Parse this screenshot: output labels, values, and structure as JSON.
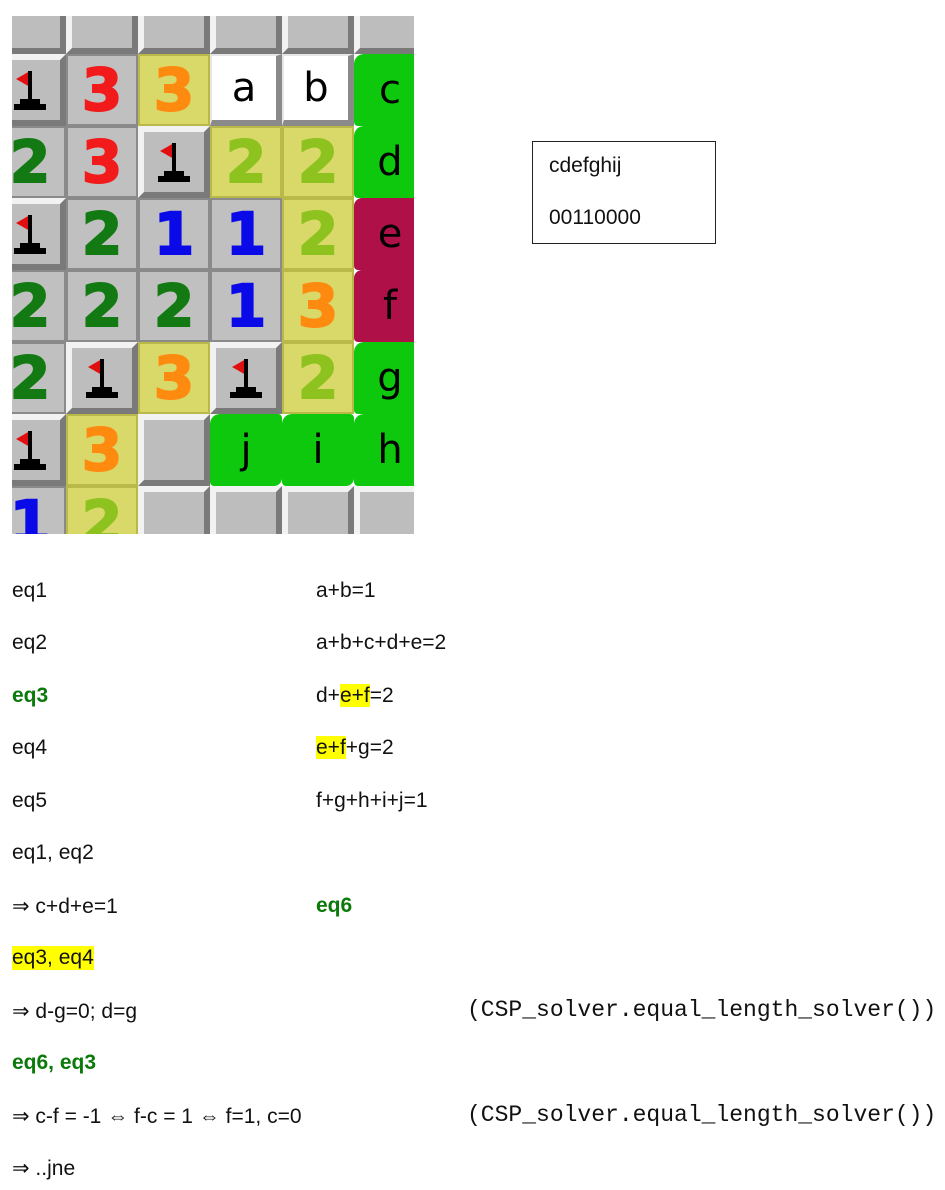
{
  "board": {
    "cells": [
      {
        "col": 0,
        "row": 0,
        "kind": "raised"
      },
      {
        "col": 1,
        "row": 0,
        "kind": "raised"
      },
      {
        "col": 2,
        "row": 0,
        "kind": "raised"
      },
      {
        "col": 3,
        "row": 0,
        "kind": "raised"
      },
      {
        "col": 4,
        "row": 0,
        "kind": "raised"
      },
      {
        "col": 5,
        "row": 0,
        "kind": "raised"
      },
      {
        "col": 0,
        "row": 1,
        "kind": "flag"
      },
      {
        "col": 1,
        "row": 1,
        "kind": "num",
        "value": "3",
        "color": "c3"
      },
      {
        "col": 2,
        "row": 1,
        "kind": "num",
        "value": "3",
        "color": "c3o",
        "bg": "yellow"
      },
      {
        "col": 3,
        "row": 1,
        "kind": "letter-white",
        "value": "a"
      },
      {
        "col": 4,
        "row": 1,
        "kind": "letter-white",
        "value": "b"
      },
      {
        "col": 5,
        "row": 1,
        "kind": "letter-green",
        "value": "c"
      },
      {
        "col": 0,
        "row": 2,
        "kind": "num",
        "value": "2",
        "color": "c2"
      },
      {
        "col": 1,
        "row": 2,
        "kind": "num",
        "value": "3",
        "color": "c3"
      },
      {
        "col": 2,
        "row": 2,
        "kind": "flag"
      },
      {
        "col": 3,
        "row": 2,
        "kind": "num",
        "value": "2",
        "color": "c2y",
        "bg": "yellow"
      },
      {
        "col": 4,
        "row": 2,
        "kind": "num",
        "value": "2",
        "color": "c2y",
        "bg": "yellow"
      },
      {
        "col": 5,
        "row": 2,
        "kind": "letter-green",
        "value": "d"
      },
      {
        "col": 0,
        "row": 3,
        "kind": "flag"
      },
      {
        "col": 1,
        "row": 3,
        "kind": "num",
        "value": "2",
        "color": "c2"
      },
      {
        "col": 2,
        "row": 3,
        "kind": "num",
        "value": "1",
        "color": "c1"
      },
      {
        "col": 3,
        "row": 3,
        "kind": "num",
        "value": "1",
        "color": "c1"
      },
      {
        "col": 4,
        "row": 3,
        "kind": "num",
        "value": "2",
        "color": "c2y",
        "bg": "yellow"
      },
      {
        "col": 5,
        "row": 3,
        "kind": "letter-red",
        "value": "e"
      },
      {
        "col": 0,
        "row": 4,
        "kind": "num",
        "value": "2",
        "color": "c2"
      },
      {
        "col": 1,
        "row": 4,
        "kind": "num",
        "value": "2",
        "color": "c2"
      },
      {
        "col": 2,
        "row": 4,
        "kind": "num",
        "value": "2",
        "color": "c2"
      },
      {
        "col": 3,
        "row": 4,
        "kind": "num",
        "value": "1",
        "color": "c1"
      },
      {
        "col": 4,
        "row": 4,
        "kind": "num",
        "value": "3",
        "color": "c3o",
        "bg": "yellow"
      },
      {
        "col": 5,
        "row": 4,
        "kind": "letter-red",
        "value": "f"
      },
      {
        "col": 0,
        "row": 5,
        "kind": "num",
        "value": "2",
        "color": "c2"
      },
      {
        "col": 1,
        "row": 5,
        "kind": "flag"
      },
      {
        "col": 2,
        "row": 5,
        "kind": "num",
        "value": "3",
        "color": "c3o",
        "bg": "yellow"
      },
      {
        "col": 3,
        "row": 5,
        "kind": "flag"
      },
      {
        "col": 4,
        "row": 5,
        "kind": "num",
        "value": "2",
        "color": "c2y",
        "bg": "yellow"
      },
      {
        "col": 5,
        "row": 5,
        "kind": "letter-green",
        "value": "g"
      },
      {
        "col": 0,
        "row": 6,
        "kind": "flag"
      },
      {
        "col": 1,
        "row": 6,
        "kind": "num",
        "value": "3",
        "color": "c3o",
        "bg": "yellow"
      },
      {
        "col": 2,
        "row": 6,
        "kind": "raised"
      },
      {
        "col": 3,
        "row": 6,
        "kind": "letter-green",
        "value": "j"
      },
      {
        "col": 4,
        "row": 6,
        "kind": "letter-green",
        "value": "i"
      },
      {
        "col": 5,
        "row": 6,
        "kind": "letter-green",
        "value": "h"
      },
      {
        "col": 0,
        "row": 7,
        "kind": "num",
        "value": "1",
        "color": "c1"
      },
      {
        "col": 1,
        "row": 7,
        "kind": "num",
        "value": "2",
        "color": "c2y",
        "bg": "yellow"
      },
      {
        "col": 2,
        "row": 7,
        "kind": "raised"
      },
      {
        "col": 3,
        "row": 7,
        "kind": "raised"
      },
      {
        "col": 4,
        "row": 7,
        "kind": "raised"
      },
      {
        "col": 5,
        "row": 7,
        "kind": "raised"
      }
    ]
  },
  "info_box": {
    "letters": "cdefghij",
    "bits": "00110000"
  },
  "lines": {
    "eq1_label": "eq1",
    "eq1_expr": "a+b=1",
    "eq2_label": "eq2",
    "eq2_expr": "a+b+c+d+e=2",
    "eq3_label": "eq3",
    "eq3_expr_a": "d+",
    "eq3_expr_hl": "e+f",
    "eq3_expr_b": "=2",
    "eq4_label": "eq4",
    "eq4_expr_hl": "e+f",
    "eq4_expr_b": "+g=2",
    "eq5_label": "eq5",
    "eq5_expr": "f+g+h+i+j=1",
    "combo1": "eq1, eq2",
    "derive1": "⇒ c+d+e=1",
    "eq6_label": "eq6",
    "combo2": "eq3, eq4",
    "derive2": "⇒ d-g=0; d=g",
    "solver1": "(CSP_solver.equal_length_solver())",
    "combo3": "eq6, eq3",
    "derive3": "⇒ c-f = -1 ⇔ f-c = 1 ⇔ f=1, c=0",
    "solver2": "(CSP_solver.equal_length_solver())",
    "derive4": "⇒ ..jne"
  }
}
